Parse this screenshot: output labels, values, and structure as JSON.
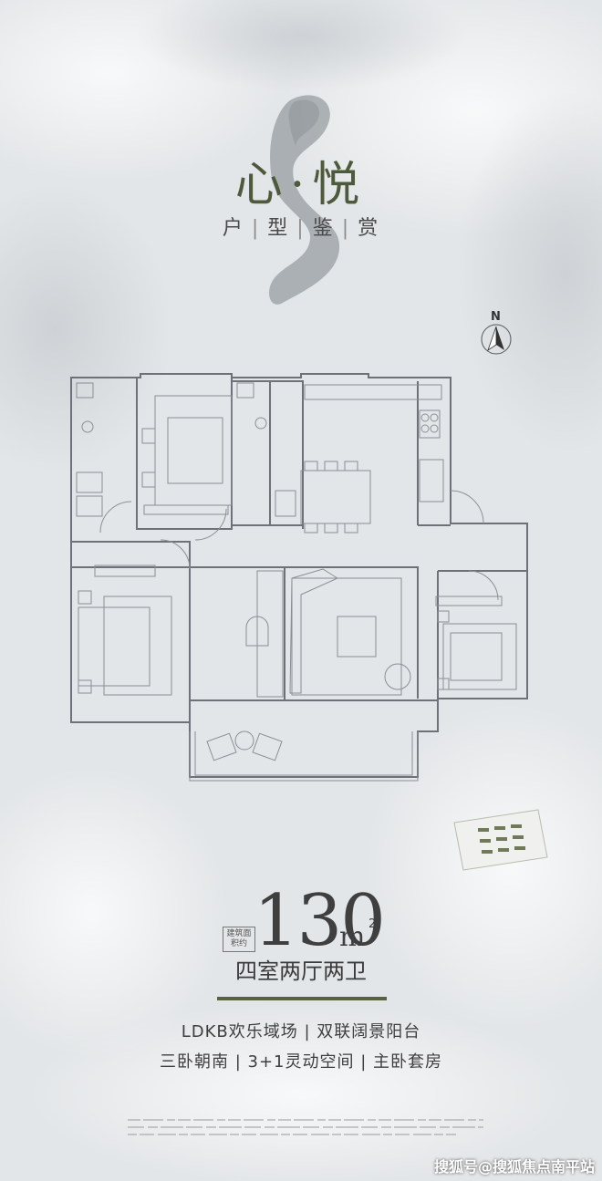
{
  "header": {
    "title": "心·悦",
    "subtitle_parts": [
      "户",
      "型",
      "鉴",
      "赏"
    ],
    "subtitle_sep": "|"
  },
  "compass": {
    "label": "N"
  },
  "area": {
    "tag": "建筑面积约",
    "value": "130",
    "unit": "m",
    "sup": "2"
  },
  "unit_type": "四室两厅两卫",
  "features": {
    "line1": "LDKB欢乐域场 | 双联阔景阳台",
    "line2": "三卧朝南 | 3+1灵动空间 | 主卧套房"
  },
  "watermark": "搜狐号@搜狐焦点南平站",
  "colors": {
    "accent": "#5a6340",
    "title": "#4d5a3b"
  }
}
